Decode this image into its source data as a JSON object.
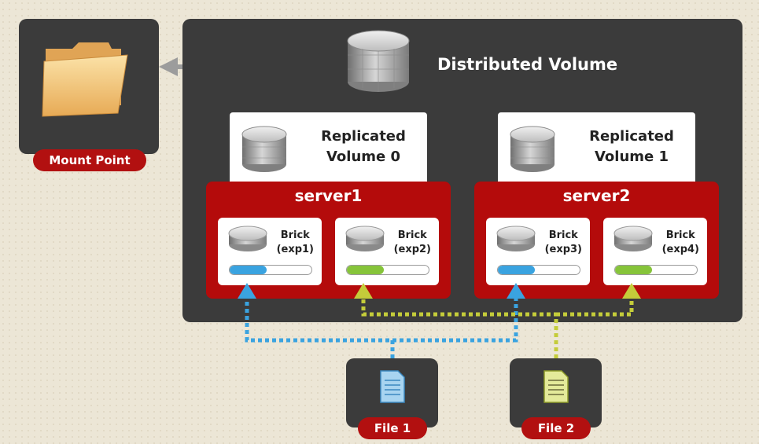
{
  "mount_point": {
    "label": "Mount Point"
  },
  "distributed_volume": {
    "title": "Distributed Volume"
  },
  "replicated_volumes": [
    {
      "line1": "Replicated",
      "line2": "Volume 0"
    },
    {
      "line1": "Replicated",
      "line2": "Volume 1"
    }
  ],
  "servers": [
    {
      "name": "server1",
      "bricks": [
        {
          "line1": "Brick",
          "line2": "(exp1)",
          "fill_fraction": 0.45,
          "fill_color": "#3aa3e0"
        },
        {
          "line1": "Brick",
          "line2": "(exp2)",
          "fill_fraction": 0.45,
          "fill_color": "#86c43a"
        }
      ]
    },
    {
      "name": "server2",
      "bricks": [
        {
          "line1": "Brick",
          "line2": "(exp3)",
          "fill_fraction": 0.45,
          "fill_color": "#3aa3e0"
        },
        {
          "line1": "Brick",
          "line2": "(exp4)",
          "fill_fraction": 0.45,
          "fill_color": "#86c43a"
        }
      ]
    }
  ],
  "files": [
    {
      "label": "File 1",
      "color": "#3aa3e0"
    },
    {
      "label": "File 2",
      "color": "#a9b933"
    }
  ],
  "colors": {
    "accent_red": "#b21010",
    "panel": "#3b3b3b",
    "file1_path": "#3aa3e0",
    "file2_path": "#c4cc3a"
  }
}
